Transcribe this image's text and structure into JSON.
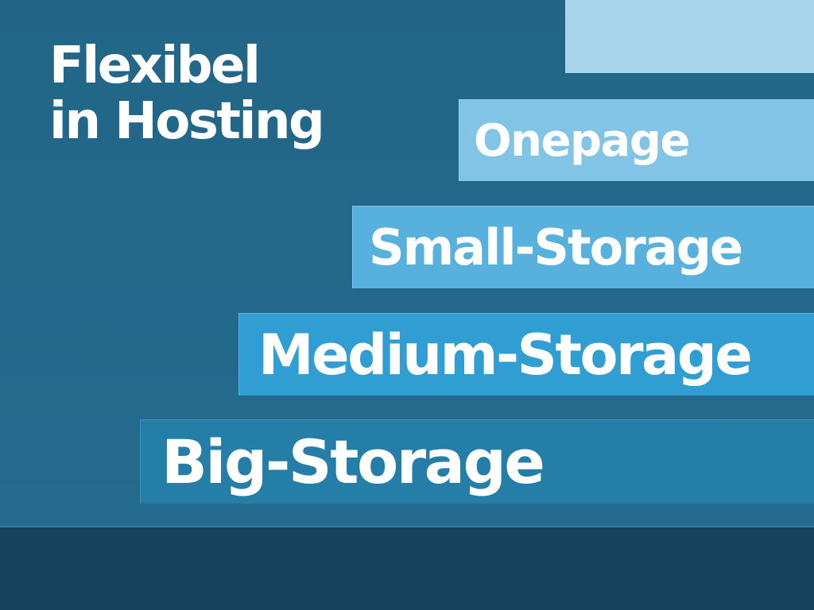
{
  "headline": {
    "line1": "Flexibel",
    "line2": "in Hosting"
  },
  "tiers": [
    {
      "label": ""
    },
    {
      "label": "Onepage"
    },
    {
      "label": "Small-Storage"
    },
    {
      "label": "Medium-Storage"
    },
    {
      "label": "Big-Storage"
    }
  ],
  "colors": {
    "background": "#226587",
    "footer": "#16445c",
    "tier_top": "#a9d5ec",
    "tier_onepage": "#82c4e6",
    "tier_small": "#58b0dc",
    "tier_medium": "#319ed3",
    "tier_big": "#247ea8",
    "text": "#ffffff"
  }
}
